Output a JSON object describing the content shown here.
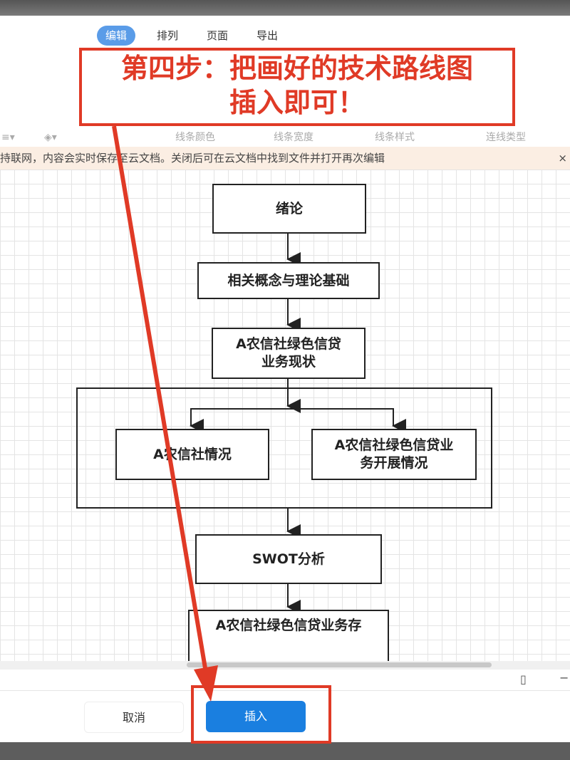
{
  "menu": {
    "tabs": [
      {
        "label": "编辑",
        "active": true
      },
      {
        "label": "排列"
      },
      {
        "label": "页面"
      },
      {
        "label": "导出"
      }
    ]
  },
  "toolbar": {
    "line_color": "线条颜色",
    "line_width": "线条宽度",
    "line_style": "线条样式",
    "connector_type": "连线类型"
  },
  "banner": {
    "text": "持联网，内容会实时保存至云文档。关闭后可在云文档中找到文件并打开再次编辑",
    "close": "×"
  },
  "flowchart": {
    "n1": "绪论",
    "n2": "相关概念与理论基础",
    "n3a": "A农信社绿色信贷",
    "n3b": "业务现状",
    "n4": "A农信社情况",
    "n5a": "A农信社绿色信贷业",
    "n5b": "务开展情况",
    "n6": "SWOT分析",
    "n7": "A农信社绿色信贷业务存"
  },
  "footer": {
    "cancel": "取消",
    "insert": "插入"
  },
  "annotation": {
    "line1": "第四步：把画好的技术路线图",
    "line2": "插入即可！",
    "color": "#e03a26"
  },
  "colors": {
    "primary": "#1a7fe0",
    "banner": "#fbeee3"
  }
}
